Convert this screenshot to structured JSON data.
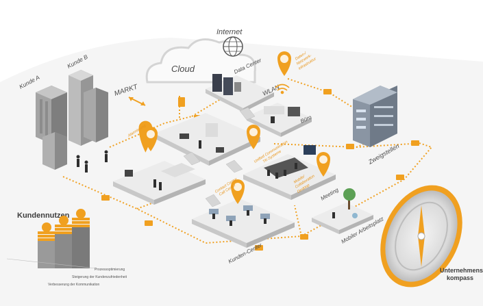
{
  "colors": {
    "accent": "#f0a020",
    "accent_dark": "#c97f10",
    "platform_top": "#ededed",
    "platform_side": "#cfcfcf",
    "building": "#9a9a9a",
    "text": "#444444"
  },
  "labels": {
    "kunde_a": "Kunde A",
    "kunde_b": "Kunde B",
    "cloud": "Cloud",
    "internet": "Internet",
    "markt": "MARKT",
    "data_center": "Data Center",
    "wlan": "WLAN",
    "buero": "Büro",
    "zweigstellen": "Zweigstellen",
    "meeting": "Meeting",
    "mobiler_arbeitsplatz": "Mobiler Arbeitsplatz",
    "kunden_center": "Kunden-Center"
  },
  "pins": {
    "alarmierung": "Alarmierung",
    "daten_netzwerk_line1": "Daten-/",
    "daten_netzwerk_line2": "Netzwerk-",
    "daten_netzwerk_line3": "infrastruktur",
    "unified_line1": "Unified Communication",
    "unified_line2": "TK-Systeme",
    "contact_line1": "Contact Center",
    "contact_line2": "Call Center",
    "mobile_line1": "Mobile/",
    "mobile_line2": "Collaboration",
    "mobile_line3": "Desktop"
  },
  "kundennutzen": {
    "title": "Kundennutzen",
    "items": [
      "Prozessoptimierung",
      "Steigerung der Kundenzufriedenheit",
      "Verbesserung der Kommunikation"
    ]
  },
  "compass": {
    "line1": "Unternehmens-",
    "line2": "kompass"
  }
}
